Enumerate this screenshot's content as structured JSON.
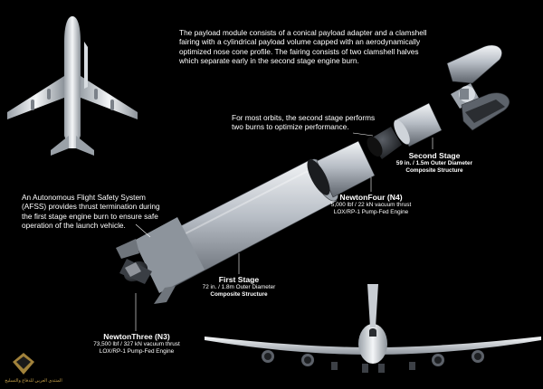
{
  "captions": {
    "payload": [
      "The payload module consists of a conical payload adapter and a clamshell",
      "fairing with a cylindrical payload volume capped with an aerodynamically",
      "optimized nose cone profile. The fairing consists of two clamshell halves",
      "which separate early in the second stage engine burn."
    ],
    "orbits": [
      "For most orbits, the second stage performs",
      "two burns to optimize performance."
    ],
    "afss": [
      "An Autonomous Flight Safety System",
      "(AFSS) provides thrust termination during",
      "the first stage engine burn to ensure safe",
      "operation of the launch vehicle."
    ]
  },
  "labels": {
    "second_stage": {
      "title": "Second Stage",
      "line1": "59 in. / 1.5m Outer Diameter",
      "line2": "Composite Structure"
    },
    "newton_four": {
      "title": "NewtonFour (N4)",
      "line1": "5,000 lbf / 22 kN vacuum thrust",
      "line2": "LOX/RP-1 Pump-Fed Engine"
    },
    "first_stage": {
      "title": "First Stage",
      "line1": "72 in. / 1.8m  Outer Diameter",
      "line2": "Composite Structure"
    },
    "newton_three": {
      "title": "NewtonThree (N3)",
      "line1": "73,500 lbf / 327 kN vacuum thrust",
      "line2": "LOX/RP-1 Pump-Fed Engine"
    }
  },
  "watermark": "المنتدى العربي للدفاع والتسليح"
}
